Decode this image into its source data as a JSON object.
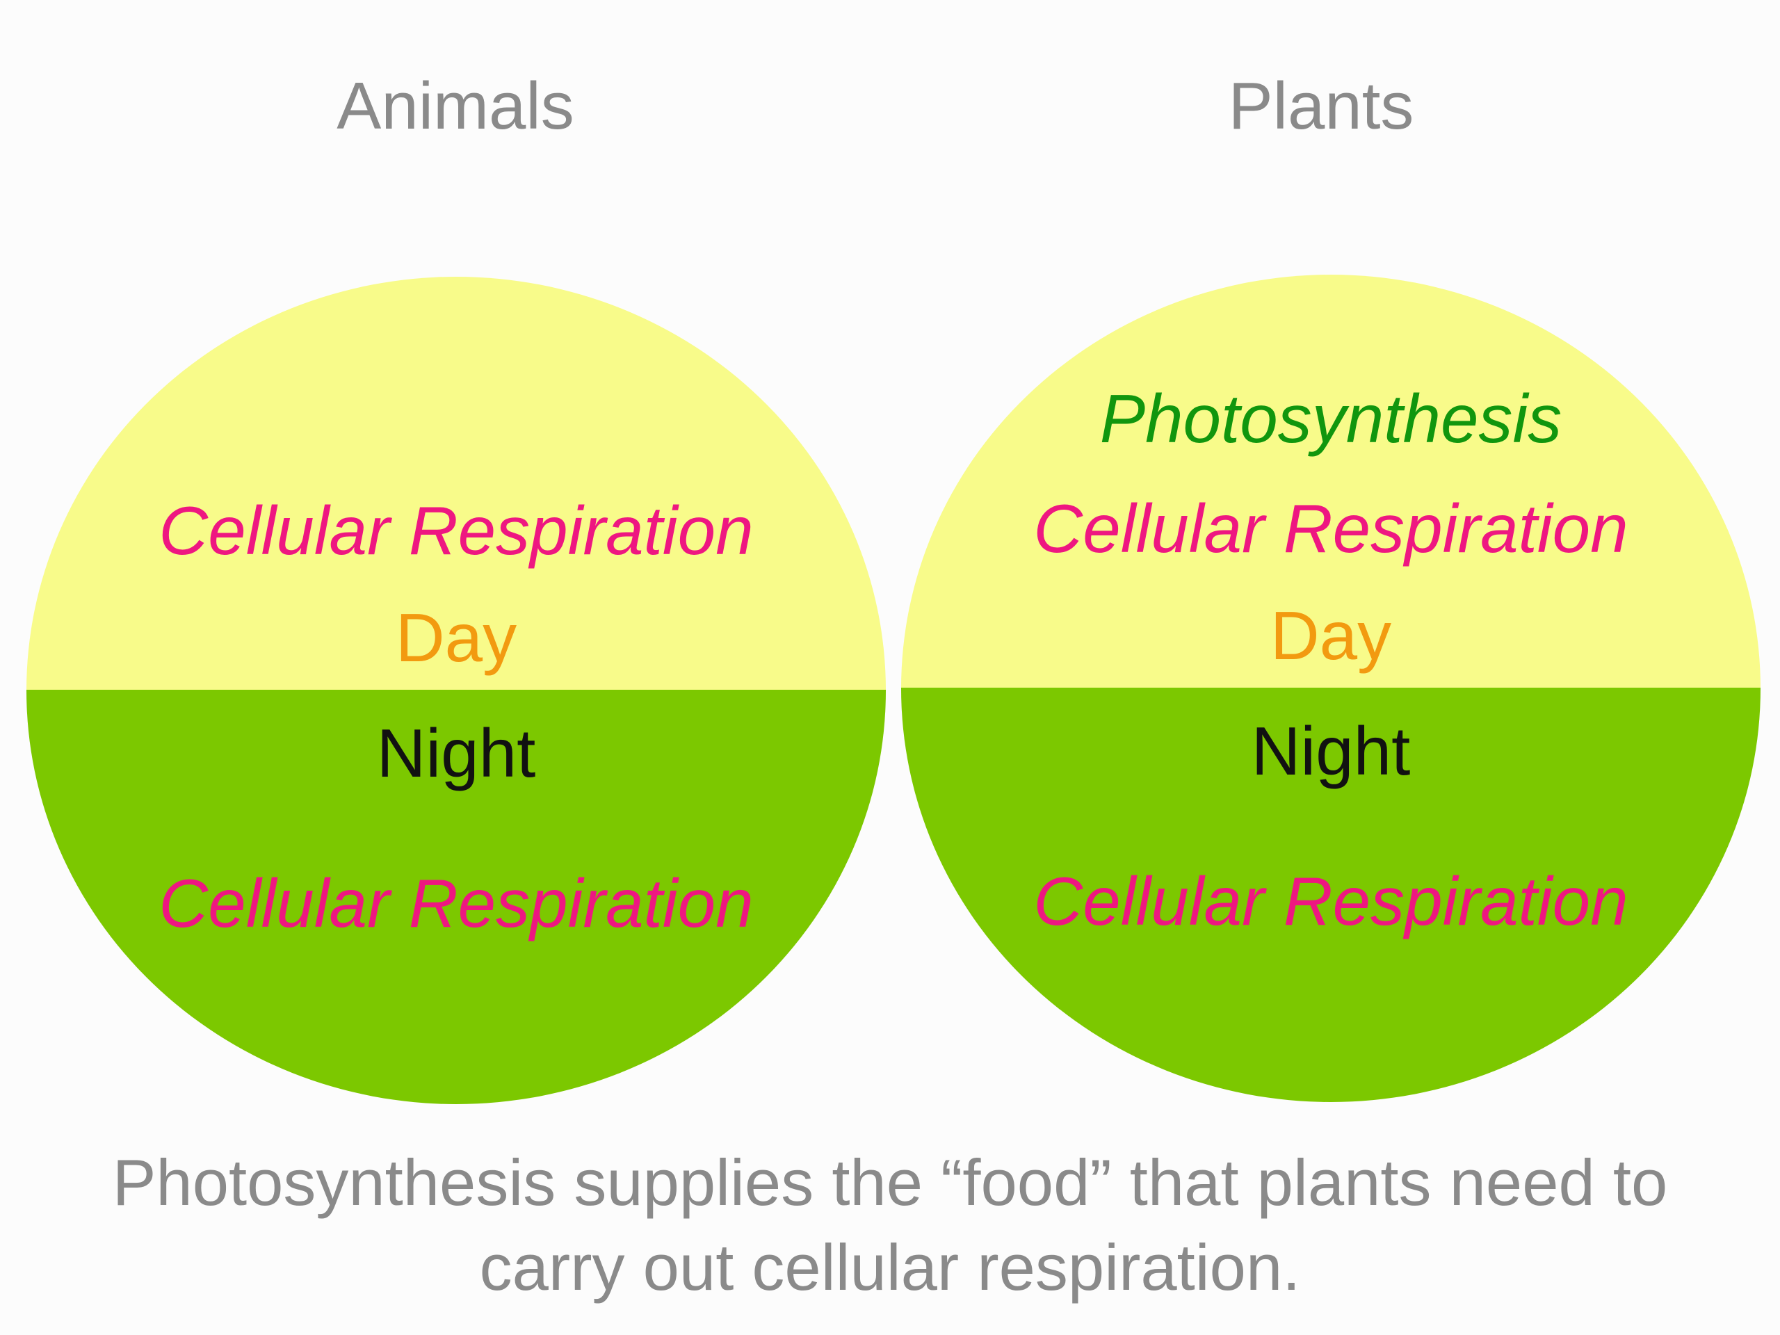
{
  "titles": {
    "animals": "Animals",
    "plants": "Plants"
  },
  "animals_circle": {
    "day_process": "Cellular Respiration",
    "day_label": "Day",
    "night_label": "Night",
    "night_process": "Cellular Respiration"
  },
  "plants_circle": {
    "day_process_1": "Photosynthesis",
    "day_process_2": "Cellular Respiration",
    "day_label": "Day",
    "night_label": "Night",
    "night_process": "Cellular Respiration"
  },
  "caption": {
    "line1": "Photosynthesis supplies the “food” that plants need to",
    "line2": "carry out cellular respiration."
  },
  "colors": {
    "background": "#fcfcfc",
    "day_fill": "#f8fb8a",
    "night_fill": "#7cc800",
    "title_gray": "#8a8a8a",
    "respiration_pink": "#ee1781",
    "day_orange": "#f29a10",
    "photosynthesis_green": "#11960e",
    "night_black": "#111111"
  }
}
